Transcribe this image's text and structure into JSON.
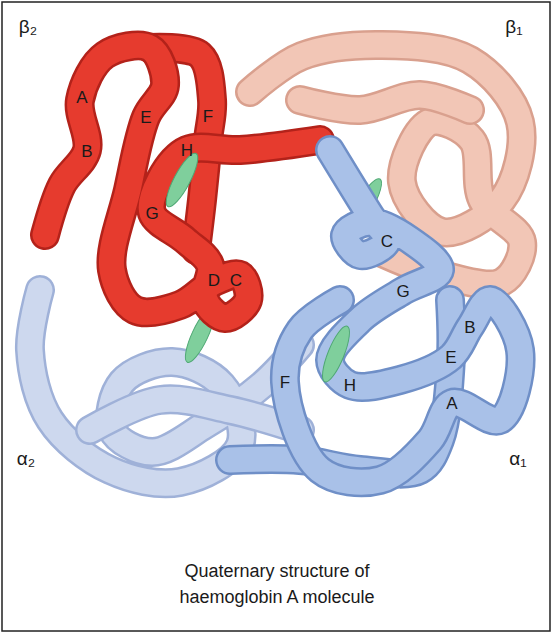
{
  "diagram": {
    "caption": "Quaternary structure of haemoglobin A molecule",
    "labels": [
      "β₂",
      "β₁",
      "A",
      "E",
      "F",
      "B",
      "H",
      "G",
      "D",
      "C",
      "C",
      "G",
      "B",
      "E",
      "H",
      "F",
      "A",
      "α₂",
      "α₁"
    ]
  }
}
